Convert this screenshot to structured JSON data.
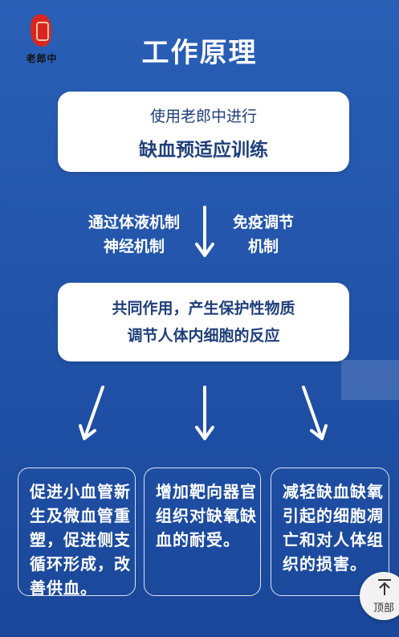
{
  "logo": {
    "text": "老郎中"
  },
  "title": "工作原理",
  "box1": {
    "line1": "使用老郎中进行",
    "line2": "缺血预适应训练"
  },
  "mechanisms": {
    "left": [
      "通过体液机制",
      "神经机制"
    ],
    "right": [
      "免疫调节",
      "机制"
    ]
  },
  "box2": {
    "line1": "共同作用，产生保护性物质",
    "line2": "调节人体内细胞的反应"
  },
  "effects": [
    {
      "lines": [
        "促进小血管新",
        "生及微血管重",
        "塑，促进侧支",
        "循环形成，改",
        "善供血。"
      ]
    },
    {
      "lines": [
        "增加靶向器官",
        "组织对缺氧缺",
        "血的耐受。"
      ]
    },
    {
      "lines": [
        "减轻缺血缺氧",
        "引起的细胞凋",
        "亡和对人体组",
        "织的损害。"
      ]
    }
  ],
  "top_button": {
    "label": "顶部",
    "icon": "arrow-up-to-top-icon"
  },
  "colors": {
    "background": "#2457ad",
    "box_text": "#1f3f7a",
    "logo_red": "#d8261f"
  }
}
